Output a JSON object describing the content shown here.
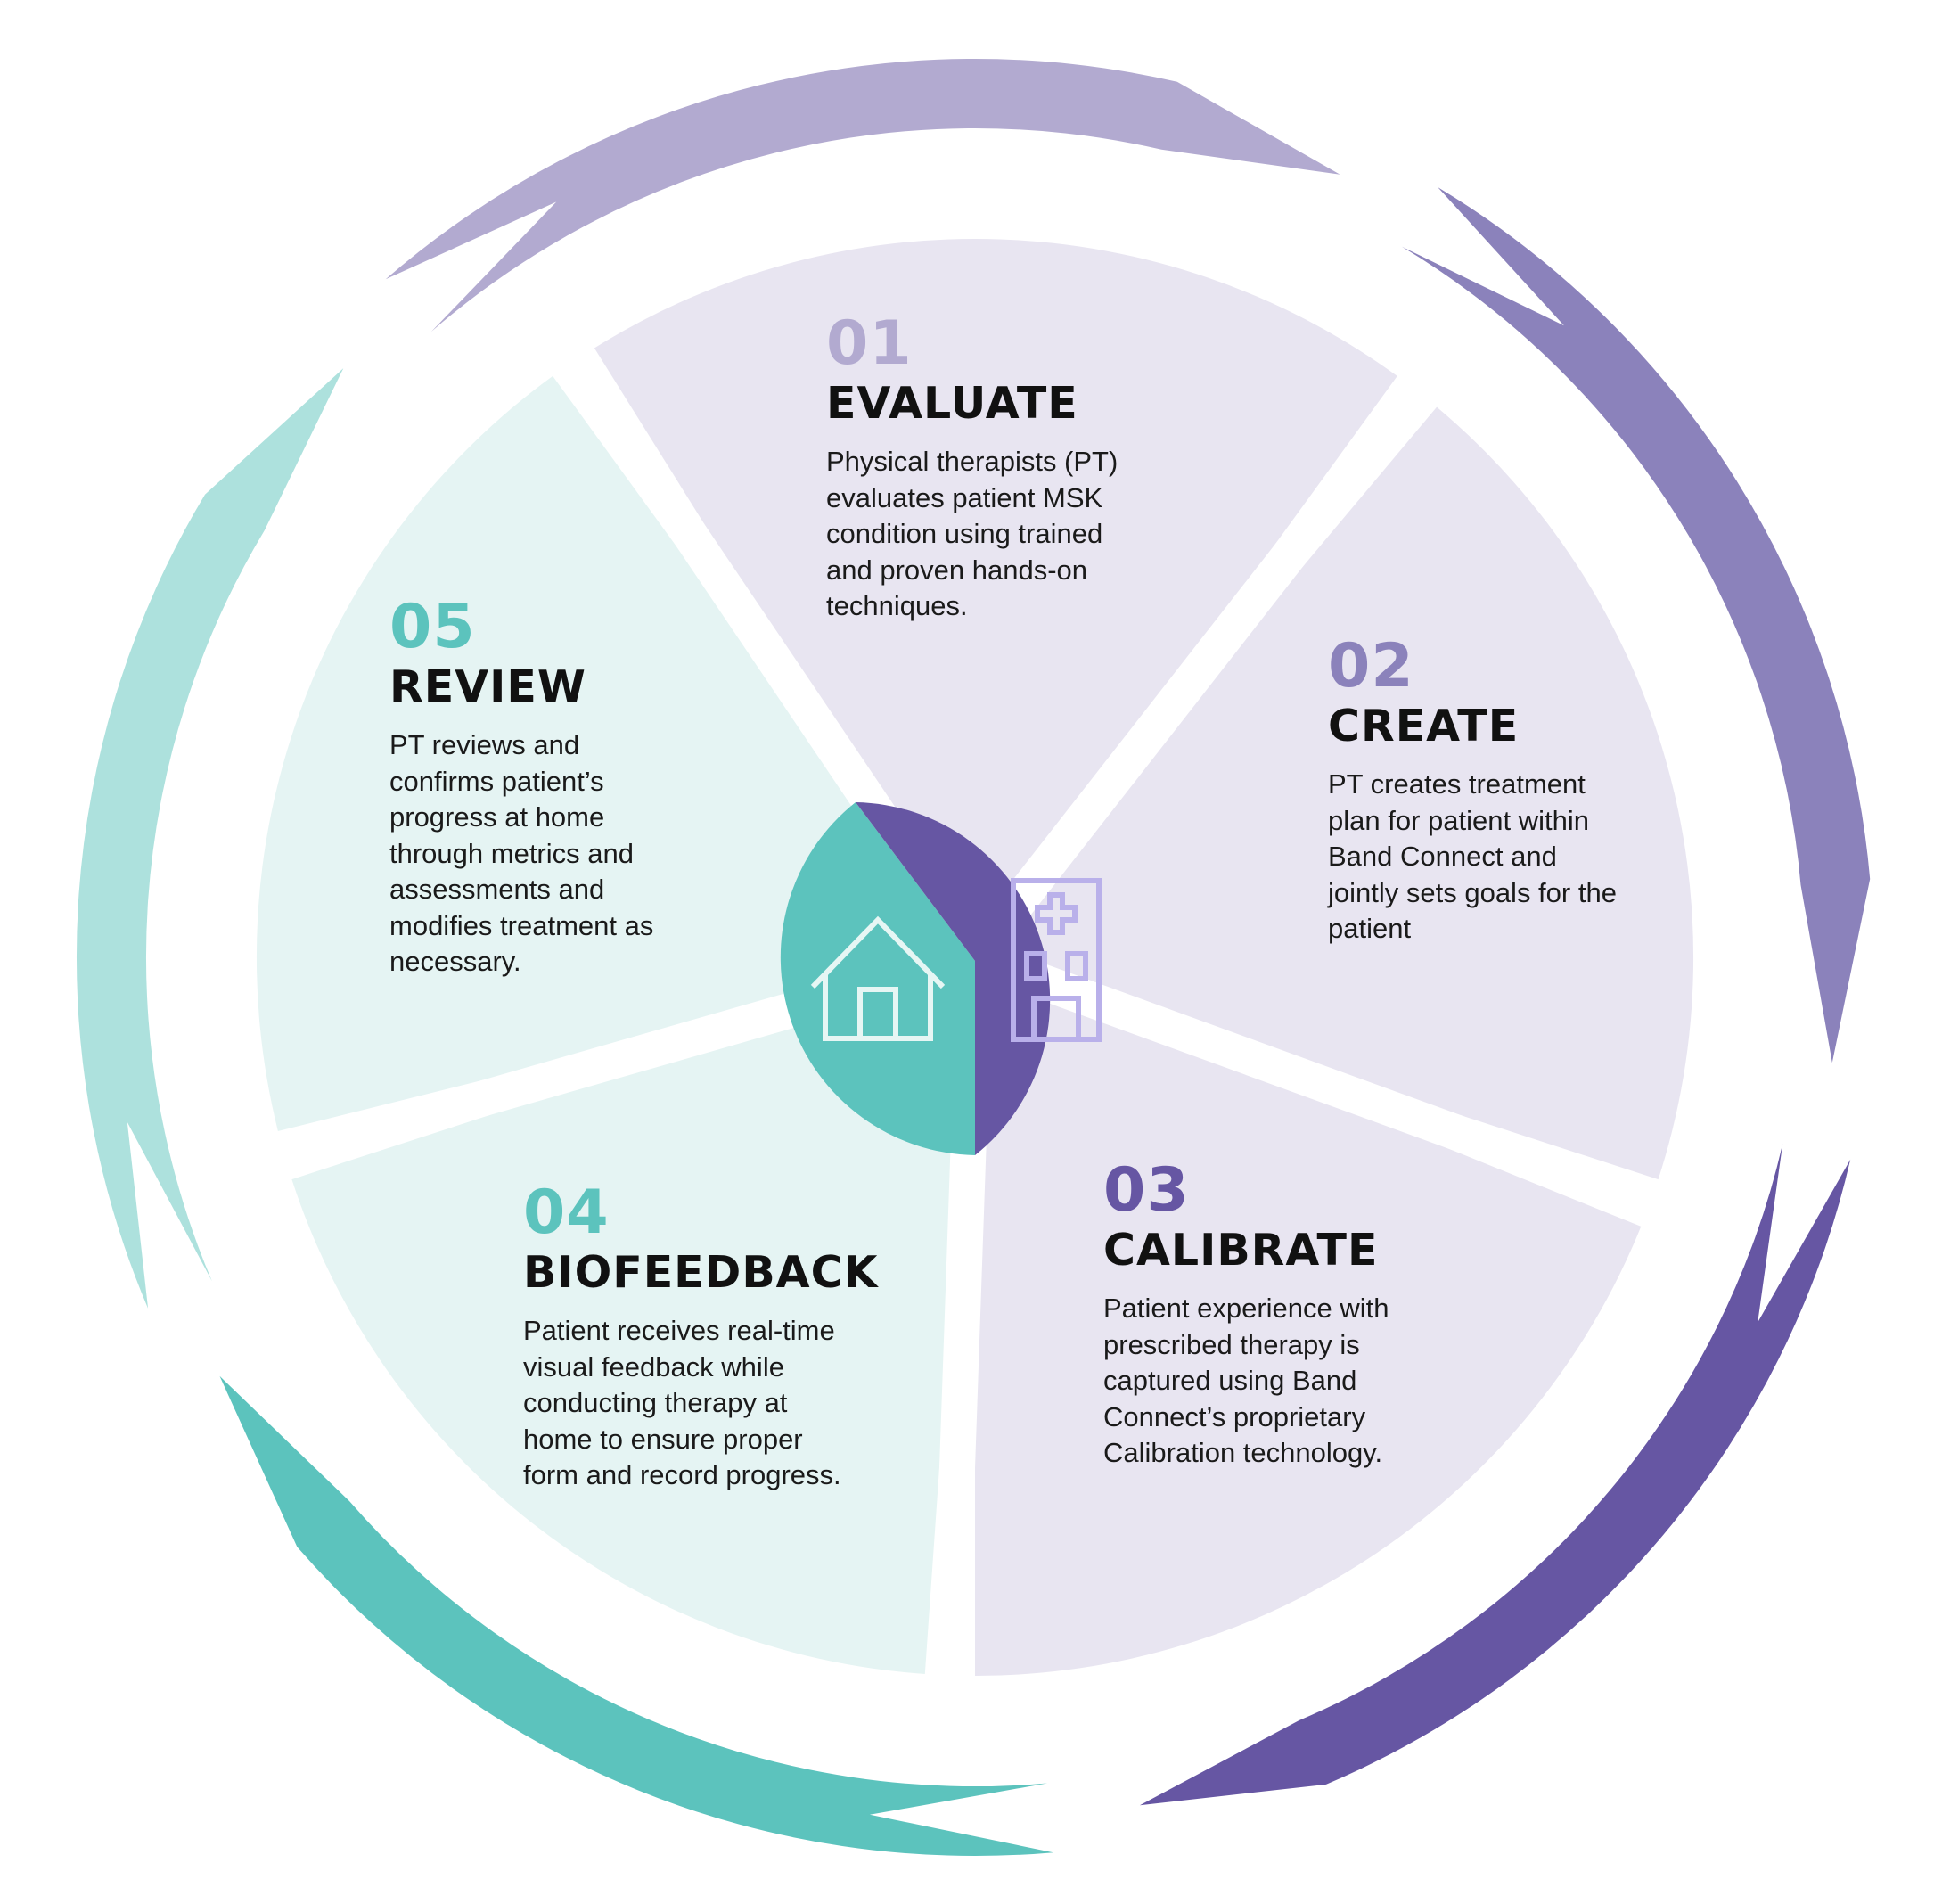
{
  "colors": {
    "arrow_01": "#b2aad0",
    "arrow_02": "#8b82bb",
    "arrow_03": "#6656a3",
    "arrow_04": "#5cc3bd",
    "arrow_05": "#ade1dd",
    "sector_purple": "#e8e5f1",
    "sector_teal": "#e5f4f3",
    "hub_teal": "#5cc3bd",
    "hub_purple": "#6656a3",
    "icon_house": "#e6f6f4",
    "icon_hospital": "#b9b0ea",
    "num_01": "#b2aad0",
    "num_02": "#8b82bb",
    "num_03": "#6656a3",
    "num_04": "#5cc3bd",
    "num_05": "#5cc3bd"
  },
  "hub": {
    "left_icon": "house-icon",
    "right_icon": "hospital-icon"
  },
  "steps": [
    {
      "number": "01",
      "title": "EVALUATE",
      "lines": [
        "Physical therapists (PT)",
        "evaluates patient MSK",
        "condition using trained",
        "and proven hands-on",
        "techniques."
      ]
    },
    {
      "number": "02",
      "title": "CREATE",
      "lines": [
        "PT creates treatment",
        "plan for patient within",
        "Band Connect and",
        "jointly sets goals for the",
        "patient"
      ]
    },
    {
      "number": "03",
      "title": "CALIBRATE",
      "lines": [
        "Patient experience with",
        "prescribed therapy is",
        "captured using Band",
        "Connect’s proprietary",
        "Calibration technology."
      ]
    },
    {
      "number": "04",
      "title": "BIOFEEDBACK",
      "lines": [
        "Patient receives real-time",
        "visual feedback while",
        "conducting therapy at",
        "home to ensure proper",
        "form and record progress."
      ]
    },
    {
      "number": "05",
      "title": "REVIEW",
      "lines": [
        "PT reviews and",
        "confirms patient’s",
        "progress at home",
        "through metrics and",
        "assessments and",
        "modifies treatment as",
        "necessary."
      ]
    }
  ]
}
